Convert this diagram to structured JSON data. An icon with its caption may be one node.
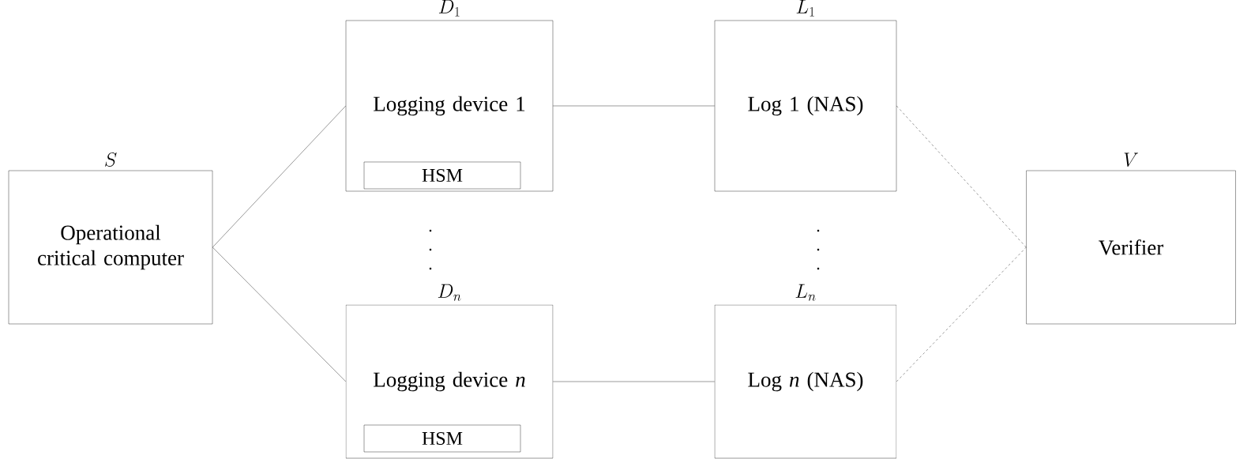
{
  "diagram": {
    "nodes": [
      {
        "text": [
          "S",
          "Operational critical computer"
        ]
      },
      {
        "text": [
          "D_1",
          "Logging device 1"
        ]
      },
      {
        "text": [
          "HSM"
        ],
        "in": 1
      },
      {
        "text": [
          "D_n",
          "Logging device *n*"
        ]
      },
      {
        "text": [
          "HSM"
        ],
        "in": 3
      },
      {
        "text": [
          "L_1",
          "Log 1 (NAS)"
        ]
      },
      {
        "text": [
          "L_n",
          "Log *n* (NAS)"
        ]
      },
      {
        "text": [
          "V",
          "Verifier"
        ]
      }
    ],
    "edges": [
      {
        "from": 0,
        "to": 1,
        "arrow": "none"
      },
      {
        "from": 0,
        "to": 3,
        "arrow": "none"
      },
      {
        "from": 1,
        "to": 5,
        "arrow": "none"
      },
      {
        "from": 3,
        "to": 6,
        "arrow": "none"
      },
      {
        "from": 5,
        "to": 7,
        "arrow": "none",
        "style": "dashed"
      },
      {
        "from": 6,
        "to": 7,
        "arrow": "none",
        "style": "dashed"
      }
    ]
  }
}
